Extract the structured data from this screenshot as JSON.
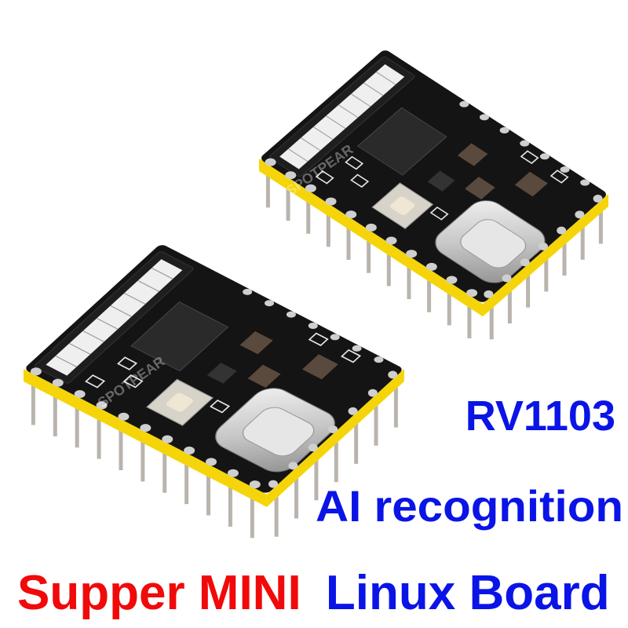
{
  "product": {
    "model": "RV1103",
    "feature": "AI recognition",
    "headline_part1": "Supper MINI",
    "headline_part2": "Linux Board",
    "watermark": "SPOTPEAR"
  },
  "colors": {
    "blue_text": "#0a14e6",
    "red_text": "#f00a0a",
    "pcb": "#141414",
    "header": "#f5d50a",
    "pin": "#b9b4ac",
    "metal": "#d9d9d9"
  }
}
